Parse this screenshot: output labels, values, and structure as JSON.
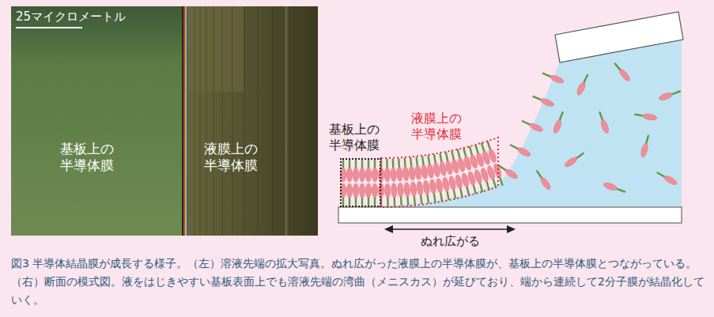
{
  "diagram": {
    "caption": "図3 半導体結晶膜が成長する様子。（左）溶液先端の拡大写真。ぬれ広がった液膜上の半導体膜が、基板上の半導体膜とつながっている。（右）断面の模式図。液をはじきやすい基板表面上でも溶液先端の湾曲（メニスカス）が延びており、端から連続して2分子膜が結晶化していく。",
    "nodes": [
      {
        "text": [
          "基板上の 半導体膜"
        ]
      },
      {
        "text": [
          "液膜上の 半導体膜"
        ]
      }
    ],
    "labels": [
      "25マイクロメートル",
      "基板上の 半導体膜",
      "液膜上の 半導体膜",
      "ぬれ広がる"
    ]
  }
}
